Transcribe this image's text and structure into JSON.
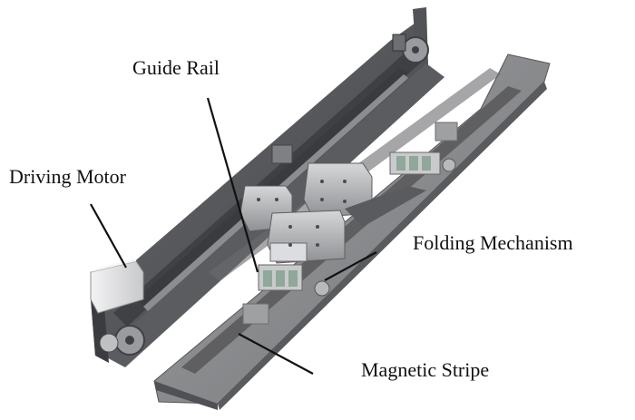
{
  "labels": {
    "guide_rail": "Guide Rail",
    "driving_motor": "Driving Motor",
    "folding_mechanism": "Folding Mechanism",
    "magnetic_stripe": "Magnetic Stripe"
  },
  "colors": {
    "frame_dark": "#4a4b4f",
    "frame_mid": "#6e7074",
    "plate": "#8a8b8d",
    "plate_edge": "#55565a",
    "stripe": "#5f5f61",
    "block": "#b9babc",
    "motor": "#e6e7e9",
    "leader": "#111111"
  },
  "icons": [
    "motor-icon",
    "pulley-icon",
    "guide-block-icon",
    "spring-icon"
  ]
}
